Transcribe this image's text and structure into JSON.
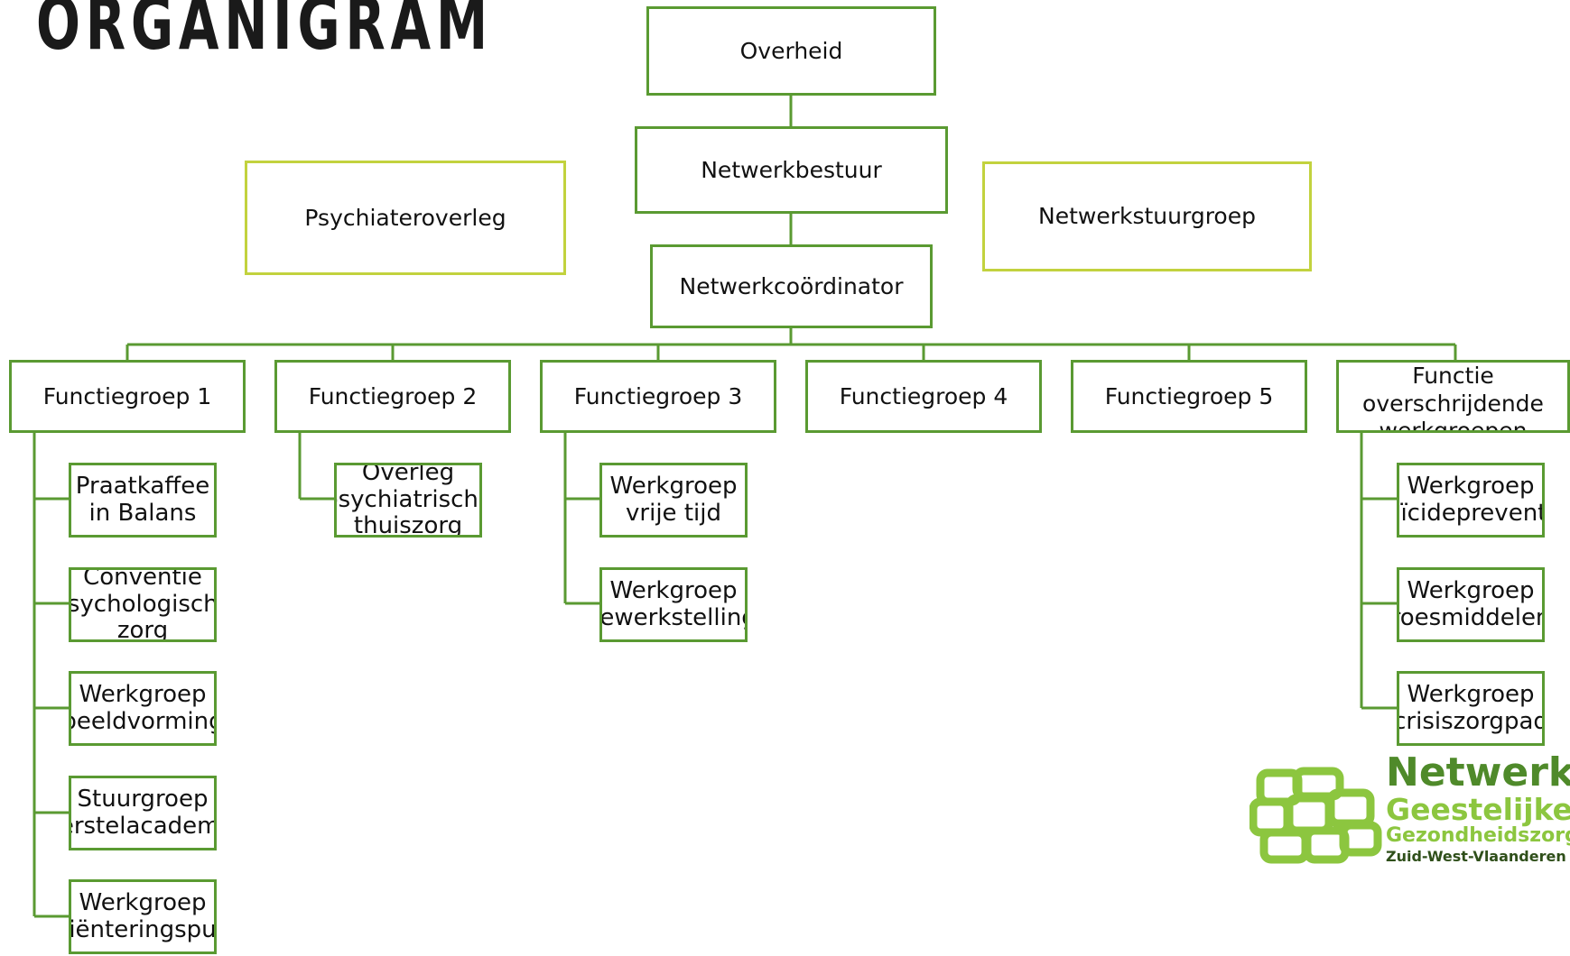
{
  "title": "ORGANIGRAM",
  "colors": {
    "line": "#5a9a32",
    "advisory_border": "#c2d23e"
  },
  "top": {
    "overheid": "Overheid",
    "netwerkbestuur": "Netwerkbestuur",
    "netwerkcoordinator": "Netwerkcoördinator",
    "psychiateroverleg": "Psychiateroverleg",
    "netwerkstuurgroep": "Netwerkstuurgroep"
  },
  "groups": [
    {
      "label": "Functiegroep 1",
      "children": [
        "Praatkaffee in Balans",
        "Conventie psychologische zorg",
        "Werkgroep beeldvorming",
        "Stuurgroep herstelacademie",
        "Werkgroep oriënteringspunt"
      ]
    },
    {
      "label": "Functiegroep 2",
      "children": [
        "Overleg psychiatrische thuiszorg"
      ]
    },
    {
      "label": "Functiegroep 3",
      "children": [
        "Werkgroep vrije tijd",
        "Werkgroep tewerkstelling"
      ]
    },
    {
      "label": "Functiegroep 4",
      "children": []
    },
    {
      "label": "Functiegroep 5",
      "children": []
    },
    {
      "label": "Functie overschrijdende werkgroepen",
      "children": [
        "Werkgroep suïcidepreventie",
        "Werkgroep roesmiddelen",
        "Werkgroep crisiszorgpad"
      ]
    }
  ],
  "logo": {
    "line1": "Netwerk",
    "line2": "Geestelijke",
    "line3": "Gezondheidszorg",
    "line4": "Zuid-West-Vlaanderen"
  }
}
